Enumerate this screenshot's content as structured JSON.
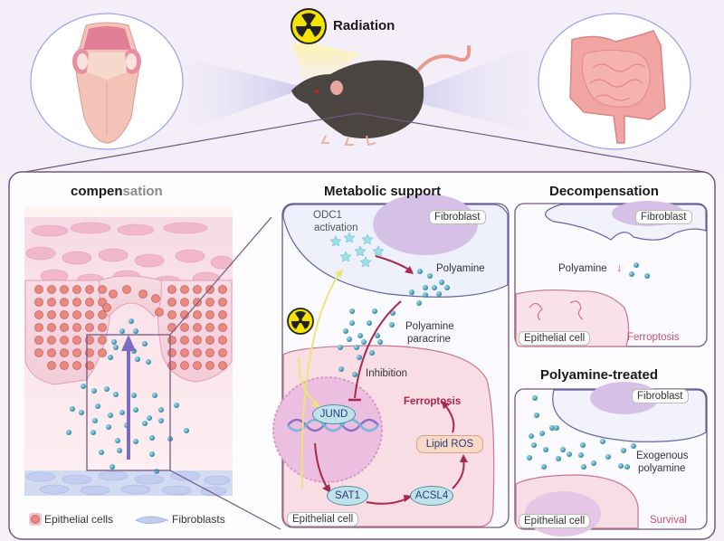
{
  "header": {
    "radiation_label": "Radiation",
    "icons": [
      "radiation-icon",
      "tongue-illustration",
      "mouse-illustration",
      "intestine-illustration"
    ]
  },
  "compensation_panel": {
    "title_part1": "compen",
    "title_part2": "sation",
    "legend": {
      "epithelial": "Epithelial cells",
      "fibroblast": "Fibroblasts"
    }
  },
  "metabolic_panel": {
    "title": "Metabolic support",
    "fibroblast_tag": "Fibroblast",
    "odc1": "ODC1",
    "activation": "activation",
    "polyamine": "Polyamine",
    "paracrine_line1": "Polyamine",
    "paracrine_line2": "paracrine",
    "inhibition": "Inhibition",
    "ferroptosis": "Ferroptosis",
    "nodes": {
      "jund": "JUND",
      "sat1": "SAT1",
      "acsl4": "ACSL4",
      "lipid_ros": "Lipid ROS"
    },
    "epithelial_tag": "Epithelial cell"
  },
  "decompensation_panel": {
    "title": "Decompensation",
    "fibroblast_tag": "Fibroblast",
    "polyamine": "Polyamine",
    "down_arrow": "↓",
    "epithelial_tag": "Epithelial cell",
    "ferroptosis": "Ferroptosis"
  },
  "treated_panel": {
    "title": "Polyamine-treated",
    "fibroblast_tag": "Fibroblast",
    "exogenous_line1": "Exogenous",
    "exogenous_line2": "polyamine",
    "epithelial_tag": "Epithelial cell",
    "survival": "Survival"
  },
  "colors": {
    "frame": "#6e5a80",
    "polyamine_dot": "#2a8fb0",
    "ferroptosis": "#a8284e",
    "survival": "#d0506a",
    "radiation_yellow": "#f5e400"
  }
}
